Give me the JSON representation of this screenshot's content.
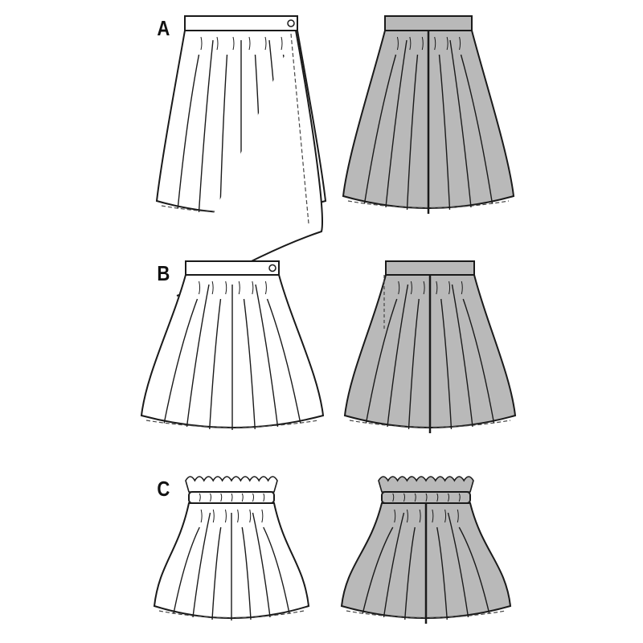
{
  "views": [
    {
      "label": "A",
      "front_fill": "#ffffff",
      "back_fill": "#b9b9b9"
    },
    {
      "label": "B",
      "front_fill": "#ffffff",
      "back_fill": "#b9b9b9"
    },
    {
      "label": "C",
      "front_fill": "#ffffff",
      "back_fill": "#b9b9b9"
    }
  ],
  "colors": {
    "line": "#1a1a1a",
    "stitch": "#444444"
  }
}
